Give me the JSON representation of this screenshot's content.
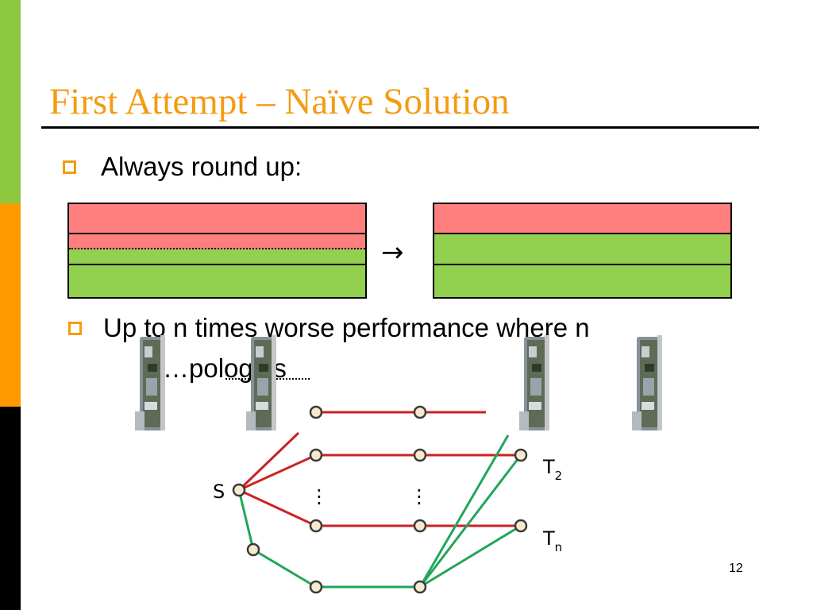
{
  "colors": {
    "accent": "#F39C12",
    "sidebar_green": "#8DC63F",
    "sidebar_orange": "#FF9900",
    "sidebar_black": "#000000",
    "layer_red": "#FF7F7F",
    "layer_green": "#92D050",
    "graph_red": "#CC2222",
    "graph_green": "#22A65A",
    "node_fill": "#F7E8D0",
    "node_stroke": "#3A3A3A"
  },
  "slide": {
    "title": "First Attempt – Naïve Solution",
    "bullets": [
      {
        "text": "Always round up:"
      },
      {
        "text_line1": "Up to n times worse performance where n",
        "text_line2": "…pologies"
      }
    ],
    "arrow": "→",
    "page_number": "12"
  },
  "diagram": {
    "source_label": "S",
    "dots_glyph": "⋮",
    "targets": [
      {
        "letter": "T",
        "subscript": "2"
      },
      {
        "letter": "T",
        "subscript": "n"
      }
    ],
    "line_card_icon": "network-line-card-icon",
    "line_card_count": 4
  }
}
